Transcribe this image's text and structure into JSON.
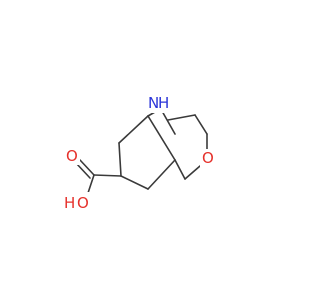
{
  "molecule": {
    "colors": {
      "bond": "#3a3a3a",
      "nitrogen": "#2b35d8",
      "oxygen": "#e5302a"
    },
    "labels": {
      "amine_n": "N",
      "amine_h": "H",
      "ring_oxygen": "O",
      "carbonyl_oxygen": "O",
      "hydroxyl_oxygen": "O",
      "hydroxyl_h": "H"
    }
  }
}
